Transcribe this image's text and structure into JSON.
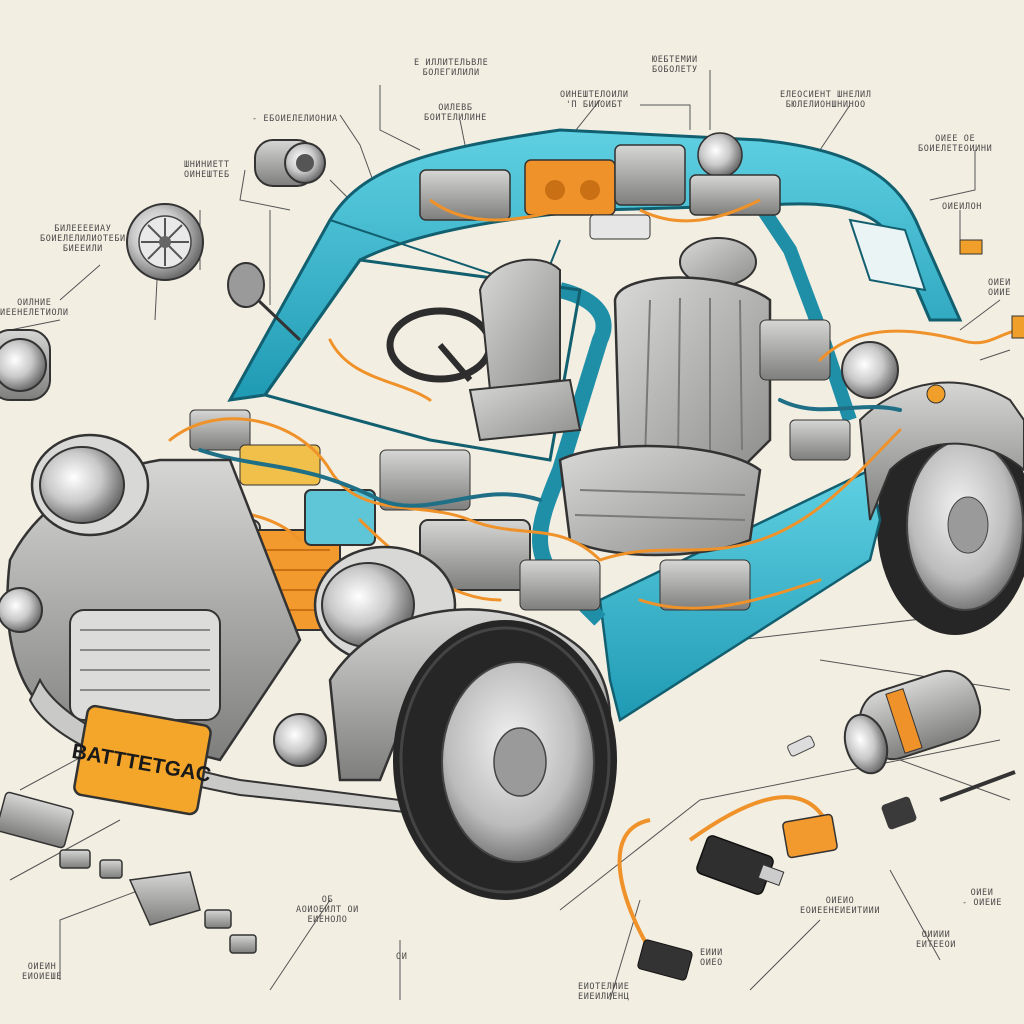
{
  "plate": {
    "text": "BATTTETGAC"
  },
  "labels": [
    {
      "id": "top-1",
      "text": "E ИЛЛИТЕЛЬВЛЕ\nБОЛЕГИЛИЛИ"
    },
    {
      "id": "top-2",
      "text": "ЮЕБТЕМИИ\nБОБОЛЕТУ"
    },
    {
      "id": "top-3",
      "text": "ОИНЕШТЕЛОИЛИ\n'П БИИОИБТ"
    },
    {
      "id": "top-4",
      "text": "ЕЛЕОСИЕНТ ШНЕЛИЛ\nБЮЛЕЛИОНШНИНОО"
    },
    {
      "id": "left-1",
      "text": "- ЕБОИЕЛЕЛИОНИА"
    },
    {
      "id": "left-2",
      "text": "ОИЛЕВБ\nБОИТЕЛИЛИНЕ"
    },
    {
      "id": "left-3",
      "text": "ШНИНИЕТТ\nОИНЕШТЕБ"
    },
    {
      "id": "left-4",
      "text": "БИЛЕЕЕЕИАУ\nБОИЕЛЕЛИЛИОТЕБИ\nБИЕЕИЛИ"
    },
    {
      "id": "left-5",
      "text": "ОИЛНИЕ\nИЕЕНЕЛЕТИОЛИ"
    },
    {
      "id": "right-1",
      "text": "ОИЕЕ ОЕ\nБОИЕЛЕТЕОИИНИ"
    },
    {
      "id": "right-2",
      "text": "ОИЕИЛОН"
    },
    {
      "id": "right-3",
      "text": "ОИЕИ\nОИИЕ"
    },
    {
      "id": "bottom-1",
      "text": "ОИЕИН\nЕИОИЕШЕ"
    },
    {
      "id": "bottom-2",
      "text": "ОБ\nАОИОЕИЛТ ОИ\nЕИЕНОЛО"
    },
    {
      "id": "bottom-3",
      "text": "ОИ"
    },
    {
      "id": "bottom-4",
      "text": "ЕИОТЕЛИИЕ\nЕИЕИЛИЕНЦ"
    },
    {
      "id": "bottom-5",
      "text": "ЕИИИ\nОИЕО"
    },
    {
      "id": "bottom-6",
      "text": "ОИЕИО\nЕОИЕЕНЕИЕИТИИИ"
    },
    {
      "id": "bottom-7",
      "text": "ОИИИИ\nЕИТЕЕОИ"
    },
    {
      "id": "bottom-8",
      "text": "ОИЕИ\n- ОИЕИЕ"
    }
  ],
  "colors": {
    "paper": "#f3eee2",
    "body_teal": "#3bbcd3",
    "body_teal_dark": "#1f8fa8",
    "metal": "#a8a8a6",
    "orange": "#f0922a",
    "seat_grey": "#b9b9b7",
    "tire": "#2d2d2d",
    "plate_yellow": "#f4a62a"
  }
}
